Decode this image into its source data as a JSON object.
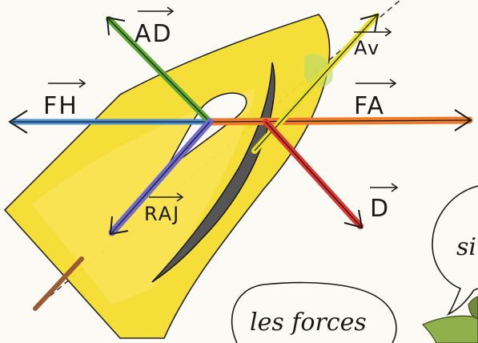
{
  "forces": {
    "ad": "AD",
    "av": "Av",
    "fh": "FH",
    "fa": "FA",
    "d": "D",
    "raj": "RAJ"
  },
  "bubbles": {
    "forces_text": "les forces",
    "right_text": "si"
  },
  "colors": {
    "hull": "#f6dd2e",
    "ad_arrow": "#5aa832",
    "av_arrow": "#e8e020",
    "fh_arrow": "#4a8fd6",
    "fa_arrow": "#ee7a2a",
    "d_arrow": "#e0342c",
    "raj_arrow": "#6f6ad0",
    "keel": "#555555",
    "rudder": "#9a5b33"
  },
  "icons": [
    "sailboat-hull-shape",
    "force-vector-arrow"
  ]
}
